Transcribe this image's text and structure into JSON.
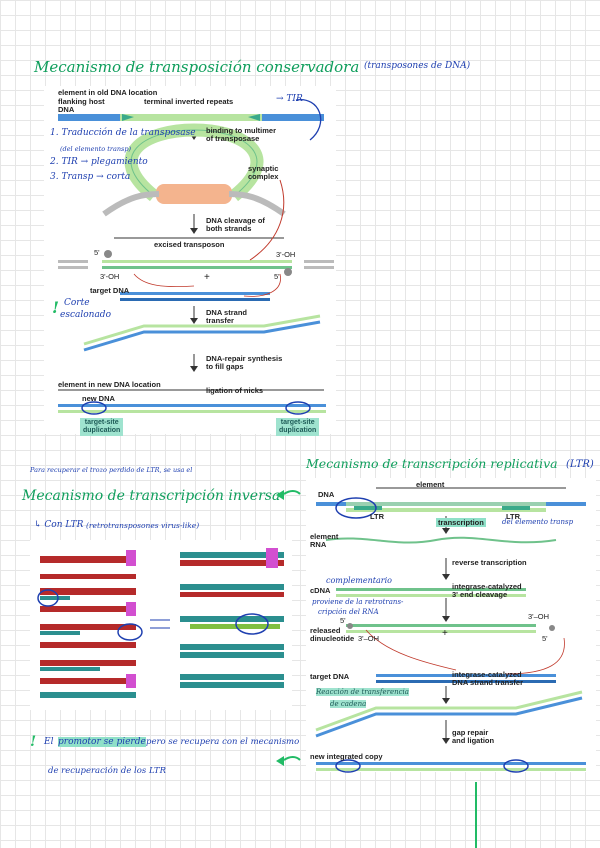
{
  "page": {
    "conservative": {
      "title": "Mecanismo de transposición conservadora",
      "subtitle": "(transposones de DNA)",
      "figure": {
        "old_location": "element in old DNA location",
        "flanking": "flanking host",
        "dna": "DNA",
        "tir_label": "terminal inverted repeats",
        "tir_note": "TIR",
        "binding": "binding to multimer",
        "of_transposase": "of transposase",
        "synaptic": "synaptic",
        "complex": "complex",
        "cleavage": "DNA cleavage of",
        "both_strands": "both strands",
        "excised": "excised transposon",
        "five_p": "5'",
        "three_p": "3'",
        "three_oh": "3'-OH",
        "target_dna": "target DNA",
        "strand_transfer": "DNA strand",
        "transfer": "transfer",
        "repair": "DNA-repair synthesis",
        "fill_gaps": "to fill gaps",
        "new_location": "element in new DNA location",
        "ligation": "ligation of nicks",
        "new_dna": "new DNA",
        "tsd": "target-site",
        "duplication": "duplication",
        "plus": "+"
      },
      "notes": {
        "n1": "1. Traducción de la transposase",
        "n1b": "(del elemento transp)",
        "n2": "2. TIR → plegamiento",
        "n3": "3. Transp → corta",
        "exclaim": "!",
        "corte": "Corte",
        "escalonado": "escalonado"
      }
    },
    "replicative": {
      "title": "Mecanismo de transcripción replicativa",
      "ltr": "(LTR)",
      "figure": {
        "element": "element",
        "dna": "DNA",
        "ltr": "LTR",
        "transcription": "transcription",
        "trans_note": "del elemento transp",
        "element_rna": "element",
        "rna": "RNA",
        "rt": "reverse transcription",
        "cdna": "cDNA",
        "complementario": "complementario",
        "proviene": "proviene de la retrotrans-",
        "proviene2": "cripción del RNA",
        "integrase": "integrase-catalyzed",
        "cleavage": "3' end cleavage",
        "three_oh": "3'–OH",
        "five_p": "5'",
        "released": "released",
        "dinucleotide": "dinucleotide",
        "target_dna": "target DNA",
        "reaccion": "Reacción de transferencia",
        "de_cadena": "de cadena",
        "strand_transfer": "integrase-catalyzed",
        "strand_transfer2": "DNA strand transfer",
        "gap_repair": "gap repair",
        "and_ligation": "and ligation",
        "new_copy": "new integrated copy",
        "plus": "+"
      }
    },
    "inverse": {
      "intro": "Para recuperar el trozo perdido de LTR, se usa el",
      "title": "Mecanismo de transcripción inversa",
      "con_ltr": "Con LTR",
      "retro": "(retrotransposones virus-like)",
      "footnote_exclaim": "!",
      "footnote_a": "El",
      "footnote_promotor": "promotor se pierde",
      "footnote_b": "pero se recupera con el mecanismo",
      "footnote_c": "de recuperación de los LTR"
    }
  },
  "colors": {
    "title_green": "#0f9e5c",
    "ink_blue": "#1e3fb0",
    "dna_green": "#b7e4a0",
    "dna_blue": "#4a90d9",
    "red": "#c0392b",
    "highlight": "#8fe0c8"
  }
}
